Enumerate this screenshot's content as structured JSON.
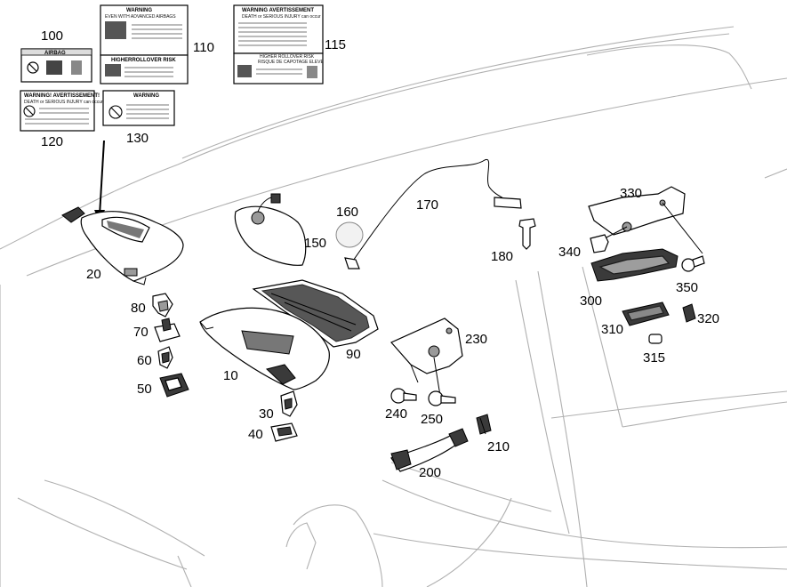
{
  "callouts": {
    "c10": "10",
    "c20": "20",
    "c30": "30",
    "c40": "40",
    "c50": "50",
    "c60": "60",
    "c70": "70",
    "c80": "80",
    "c90": "90",
    "c100": "100",
    "c110": "110",
    "c115": "115",
    "c120": "120",
    "c130": "130",
    "c150": "150",
    "c160": "160",
    "c170": "170",
    "c180": "180",
    "c200": "200",
    "c210": "210",
    "c230": "230",
    "c240": "240",
    "c250": "250",
    "c300": "300",
    "c310": "310",
    "c315": "315",
    "c320": "320",
    "c330": "330",
    "c340": "340",
    "c350": "350"
  },
  "labels": {
    "l100": {
      "head": "AIRBAG"
    },
    "l110": {
      "head": "WARNING",
      "sub": "EVEN WITH ADVANCED AIRBAGS",
      "head2": "HIGHERROLLOVER RISK"
    },
    "l115": {
      "head": "WARNING AVERTISSEMENT",
      "sub": "DEATH or SERIOUS INJURY can occur",
      "head2": "HIGHER ROLLOVER RISK",
      "sub2": "RISQUE DE CAPOTAGE ELEVE"
    },
    "l120": {
      "head": "WARNING! AVERTISSEMENT!",
      "sub": "DEATH or SERIOUS INJURY can occur"
    },
    "l130": {
      "head": "WARNING"
    }
  },
  "colors": {
    "stroke": "#000000",
    "car_outline": "#b0b0b0",
    "dark_part": "#3a3a3a"
  }
}
